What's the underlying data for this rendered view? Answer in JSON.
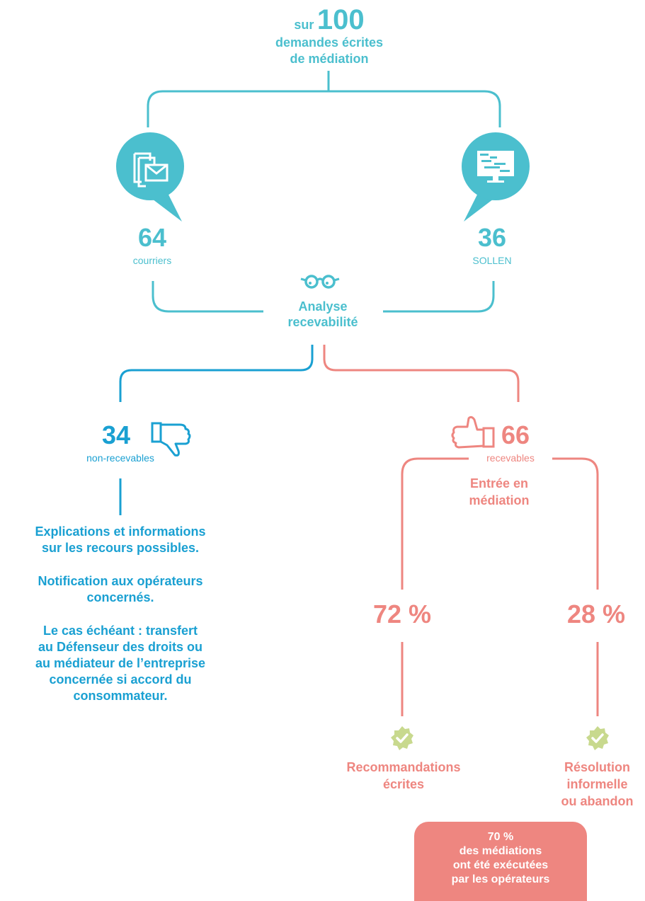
{
  "header": {
    "prefix": "sur",
    "number": "100",
    "line1": "demandes écrites",
    "line2": "de médiation"
  },
  "left_channel": {
    "count": "64",
    "label": "courriers",
    "icon": "mail-icon"
  },
  "right_channel": {
    "count": "36",
    "label": "SOLLEN",
    "icon": "monitor-icon"
  },
  "analysis": {
    "line1": "Analyse",
    "line2": "recevabilité",
    "icon": "glasses-icon"
  },
  "non_receivable": {
    "count": "34",
    "label": "non-recevables",
    "icon": "thumbs-down-icon",
    "paragraphs": [
      [
        "Explications et informations",
        "sur les recours possibles."
      ],
      [
        "Notification aux opérateurs",
        "concernés."
      ],
      [
        "Le cas échéant : transfert",
        "au Défenseur des droits ou",
        "au médiateur de l’entreprise",
        "concernée si accord du",
        "consommateur."
      ]
    ]
  },
  "receivable": {
    "count": "66",
    "label": "recevables",
    "icon": "thumbs-up-icon",
    "entry_line1": "Entrée en",
    "entry_line2": "médiation",
    "left_pct": "72 %",
    "right_pct": "28 %",
    "left_outcome": [
      "Recommandations",
      "écrites"
    ],
    "right_outcome": [
      "Résolution",
      "informelle",
      "ou abandon"
    ]
  },
  "callout": {
    "lines": [
      "70 %",
      "des médiations",
      "ont été exécutées",
      "par les opérateurs"
    ]
  },
  "colors": {
    "teal": "#4bbfce",
    "blue": "#1aa0d2",
    "pink": "#ee8680",
    "check_green": "#c8d98e",
    "callout_bg": "#ee8680"
  }
}
